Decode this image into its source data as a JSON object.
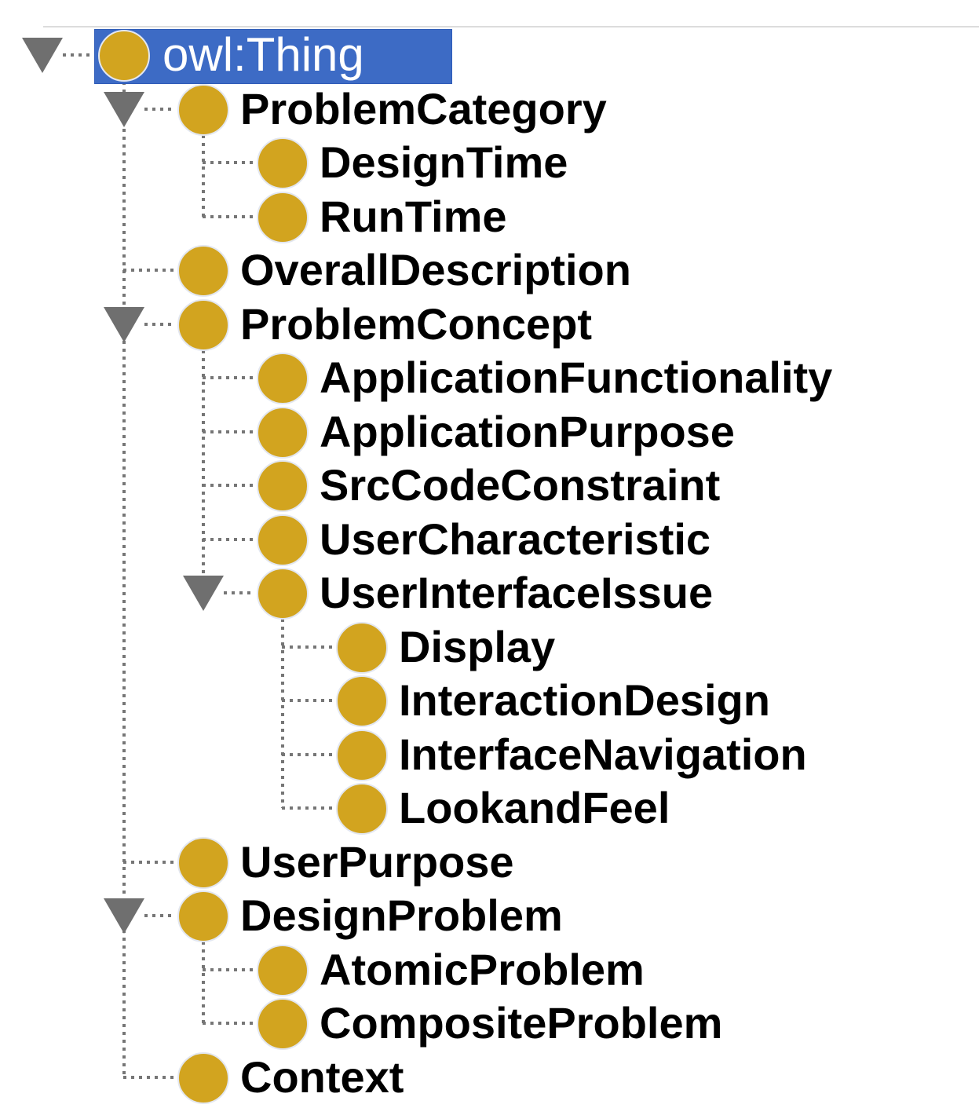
{
  "app": {
    "name": "OWL class hierarchy panel"
  },
  "colors": {
    "selection_bg": "#3d6bc5",
    "selection_border": "#2f5cb8",
    "selected_text": "#ffffff",
    "class_icon_fill": "#d2a41f",
    "toggle_triangle": "#6f6f6f",
    "dotted_connector": "#767676",
    "label_text": "#000000",
    "top_separator": "#dcdcdc"
  },
  "icons": {
    "class_icon": "filled-gold-circle",
    "expand_toggle": "gray-triangle-down"
  },
  "tree": {
    "nodes": [
      {
        "label": "owl:Thing",
        "level": 0,
        "expanded": true,
        "selected": true
      },
      {
        "label": "ProblemCategory",
        "level": 1,
        "expanded": true
      },
      {
        "label": "DesignTime",
        "level": 2
      },
      {
        "label": "RunTime",
        "level": 2
      },
      {
        "label": "OverallDescription",
        "level": 1
      },
      {
        "label": "ProblemConcept",
        "level": 1,
        "expanded": true
      },
      {
        "label": "ApplicationFunctionality",
        "level": 2
      },
      {
        "label": "ApplicationPurpose",
        "level": 2
      },
      {
        "label": "SrcCodeConstraint",
        "level": 2
      },
      {
        "label": "UserCharacteristic",
        "level": 2
      },
      {
        "label": "UserInterfaceIssue",
        "level": 2,
        "expanded": true
      },
      {
        "label": "Display",
        "level": 3
      },
      {
        "label": "InteractionDesign",
        "level": 3
      },
      {
        "label": "InterfaceNavigation",
        "level": 3
      },
      {
        "label": "LookandFeel",
        "level": 3
      },
      {
        "label": "UserPurpose",
        "level": 1
      },
      {
        "label": "DesignProblem",
        "level": 1,
        "expanded": true
      },
      {
        "label": "AtomicProblem",
        "level": 2
      },
      {
        "label": "CompositeProblem",
        "level": 2
      },
      {
        "label": "Context",
        "level": 1
      }
    ]
  }
}
